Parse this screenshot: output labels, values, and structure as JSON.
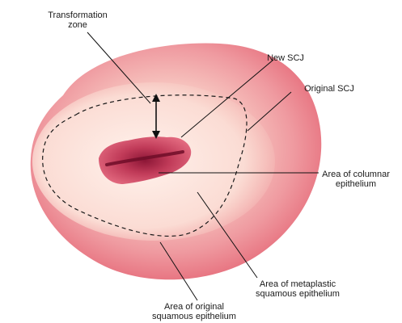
{
  "labels": {
    "transformation_zone": {
      "line1": "Transformation",
      "line2": "zone"
    },
    "new_scj": "New SCJ",
    "original_scj": "Original SCJ",
    "columnar": {
      "line1": "Area of columnar",
      "line2": "epithelium"
    },
    "metaplastic": {
      "line1": "Area of metaplastic",
      "line2": "squamous epithelium"
    },
    "original_squamous": {
      "line1": "Area of original",
      "line2": "squamous epithelium"
    }
  },
  "colors": {
    "outer_tissue": "#e8707c",
    "inner_tissue": "#f6c9c3",
    "os_dark": "#a02244",
    "os_light": "#dc5670",
    "line": "#111111"
  }
}
